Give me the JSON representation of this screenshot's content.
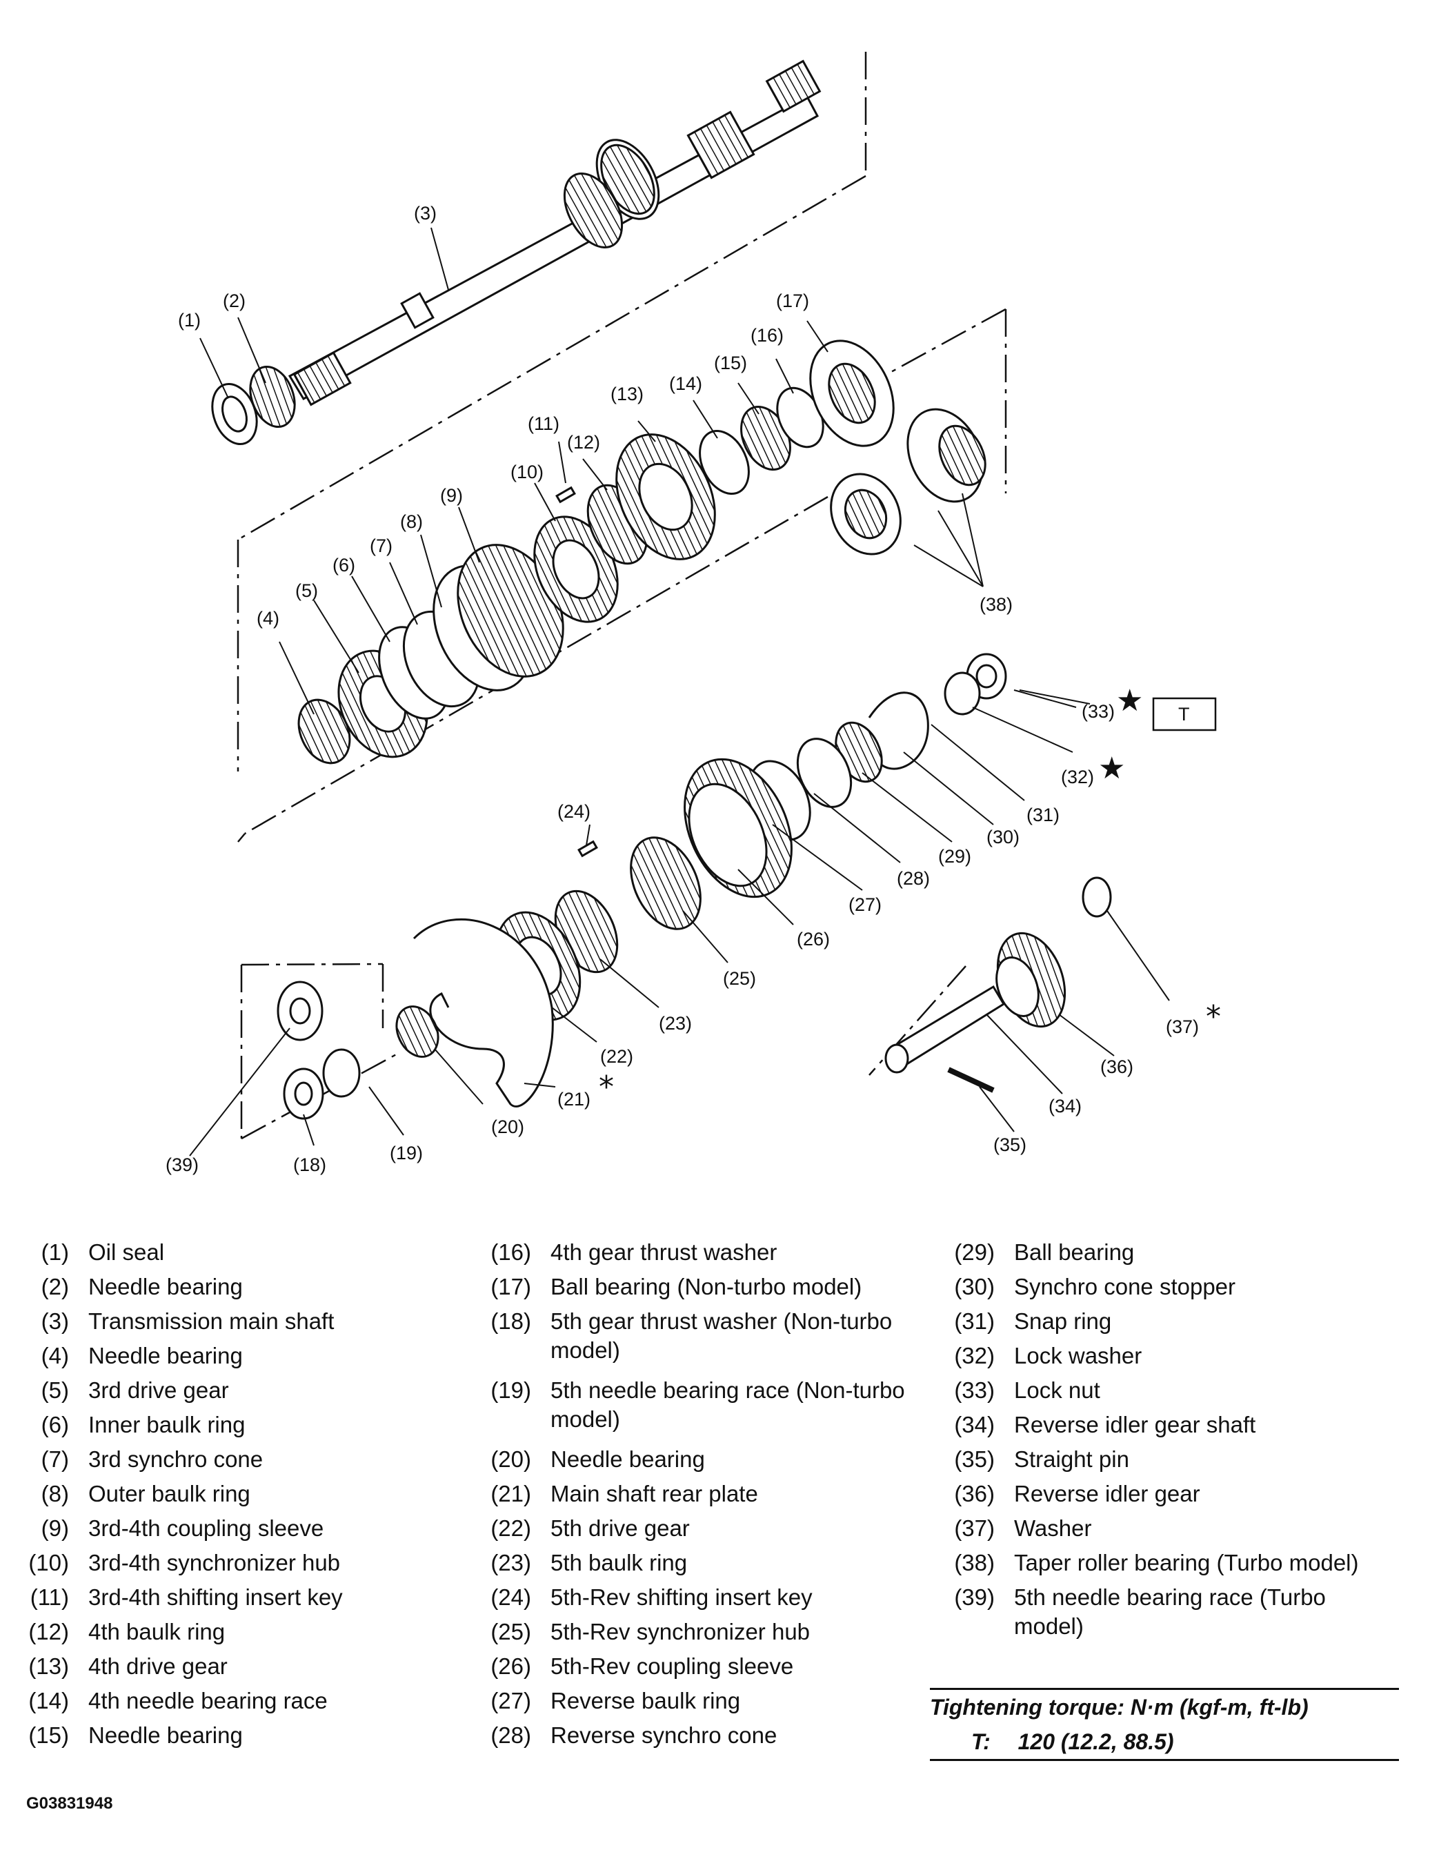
{
  "diagram": {
    "callouts": [
      "(1)",
      "(2)",
      "(3)",
      "(4)",
      "(5)",
      "(6)",
      "(7)",
      "(8)",
      "(9)",
      "(10)",
      "(11)",
      "(12)",
      "(13)",
      "(14)",
      "(15)",
      "(16)",
      "(17)",
      "(18)",
      "(19)",
      "(20)",
      "(21)",
      "(22)",
      "(23)",
      "(24)",
      "(25)",
      "(26)",
      "(27)",
      "(28)",
      "(29)",
      "(30)",
      "(31)",
      "(32)",
      "(33)",
      "(34)",
      "(35)",
      "(36)",
      "(37)",
      "(38)",
      "(39)"
    ],
    "torque_box_label": "T",
    "star_symbol": "★",
    "asterisk_symbol": "*"
  },
  "legend": [
    {
      "num": "(1)",
      "text": "Oil seal"
    },
    {
      "num": "(2)",
      "text": "Needle bearing"
    },
    {
      "num": "(3)",
      "text": "Transmission main shaft"
    },
    {
      "num": "(4)",
      "text": "Needle bearing"
    },
    {
      "num": "(5)",
      "text": "3rd drive gear"
    },
    {
      "num": "(6)",
      "text": "Inner baulk ring"
    },
    {
      "num": "(7)",
      "text": "3rd synchro cone"
    },
    {
      "num": "(8)",
      "text": "Outer baulk ring"
    },
    {
      "num": "(9)",
      "text": "3rd-4th coupling sleeve"
    },
    {
      "num": "(10)",
      "text": "3rd-4th synchronizer hub"
    },
    {
      "num": "(11)",
      "text": "3rd-4th shifting insert key"
    },
    {
      "num": "(12)",
      "text": "4th baulk ring"
    },
    {
      "num": "(13)",
      "text": "4th drive gear"
    },
    {
      "num": "(14)",
      "text": "4th needle bearing race"
    },
    {
      "num": "(15)",
      "text": "Needle bearing"
    },
    {
      "num": "(16)",
      "text": "4th gear thrust washer"
    },
    {
      "num": "(17)",
      "text": "Ball bearing (Non-turbo model)"
    },
    {
      "num": "(18)",
      "text": "5th gear thrust washer (Non-turbo model)"
    },
    {
      "num": "(19)",
      "text": "5th needle bearing race (Non-turbo model)"
    },
    {
      "num": "(20)",
      "text": "Needle bearing"
    },
    {
      "num": "(21)",
      "text": "Main shaft rear plate"
    },
    {
      "num": "(22)",
      "text": "5th drive gear"
    },
    {
      "num": "(23)",
      "text": "5th baulk ring"
    },
    {
      "num": "(24)",
      "text": "5th-Rev shifting insert key"
    },
    {
      "num": "(25)",
      "text": "5th-Rev synchronizer hub"
    },
    {
      "num": "(26)",
      "text": "5th-Rev coupling sleeve"
    },
    {
      "num": "(27)",
      "text": "Reverse baulk ring"
    },
    {
      "num": "(28)",
      "text": "Reverse synchro cone"
    },
    {
      "num": "(29)",
      "text": "Ball bearing"
    },
    {
      "num": "(30)",
      "text": "Synchro cone stopper"
    },
    {
      "num": "(31)",
      "text": "Snap ring"
    },
    {
      "num": "(32)",
      "text": "Lock washer"
    },
    {
      "num": "(33)",
      "text": "Lock nut"
    },
    {
      "num": "(34)",
      "text": "Reverse idler gear shaft"
    },
    {
      "num": "(35)",
      "text": "Straight pin"
    },
    {
      "num": "(36)",
      "text": "Reverse idler gear"
    },
    {
      "num": "(37)",
      "text": "Washer"
    },
    {
      "num": "(38)",
      "text": "Taper roller bearing (Turbo model)"
    },
    {
      "num": "(39)",
      "text": "5th needle bearing race (Turbo model)"
    }
  ],
  "torque": {
    "heading": "Tightening torque: N·m (kgf-m, ft-lb)",
    "label": "T:",
    "value": "120 (12.2, 88.5)"
  },
  "figure_id": "G03831948"
}
